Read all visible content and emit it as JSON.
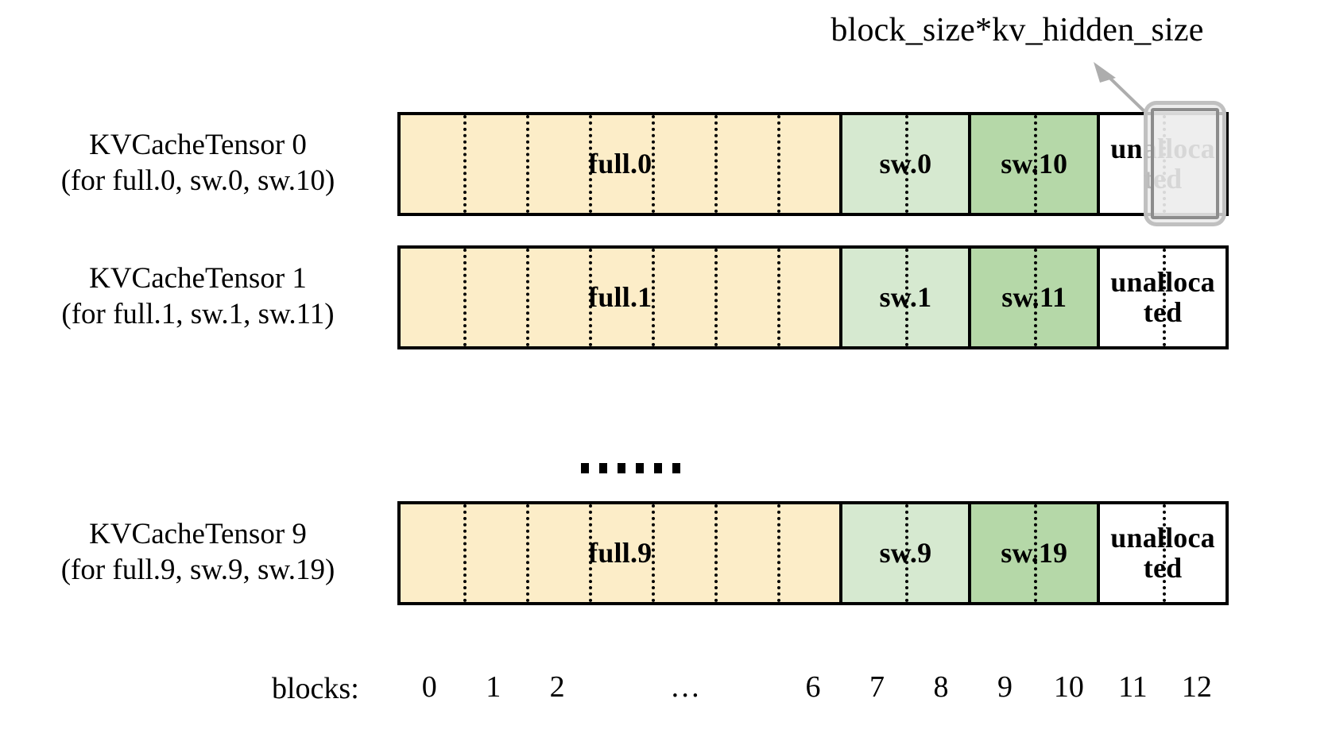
{
  "figure": {
    "annotation": "block_size*kv_hidden_size",
    "ellipsis_dots": 6,
    "colors": {
      "full_fill": "#FCEDC8",
      "sw_low_fill": "#D6E9D0",
      "sw_high_fill": "#B5D8A8",
      "unallocated_fill": "#FFFFFF",
      "border": "#000000",
      "callout_border": "#8C8C8C",
      "callout_fill": "#E9E9E9",
      "arrow": "#ADADAD"
    }
  },
  "rows": [
    {
      "label_line1": "KVCacheTensor 0",
      "label_line2": "(for full.0, sw.0, sw.10)",
      "segments": [
        {
          "name": "full",
          "text": "full.0",
          "blocks": 7
        },
        {
          "name": "sw-low",
          "text": "sw.0",
          "blocks": 2
        },
        {
          "name": "sw-high",
          "text": "sw.10",
          "blocks": 2
        },
        {
          "name": "unallocated",
          "text": "unalloca\nted",
          "blocks": 2
        }
      ]
    },
    {
      "label_line1": "KVCacheTensor 1",
      "label_line2": "(for full.1, sw.1, sw.11)",
      "segments": [
        {
          "name": "full",
          "text": "full.1",
          "blocks": 7
        },
        {
          "name": "sw-low",
          "text": "sw.1",
          "blocks": 2
        },
        {
          "name": "sw-high",
          "text": "sw.11",
          "blocks": 2
        },
        {
          "name": "unallocated",
          "text": "unalloca\nted",
          "blocks": 2
        }
      ]
    },
    {
      "label_line1": "KVCacheTensor 9",
      "label_line2": "(for full.9, sw.9, sw.19)",
      "segments": [
        {
          "name": "full",
          "text": "full.9",
          "blocks": 7
        },
        {
          "name": "sw-low",
          "text": "sw.9",
          "blocks": 2
        },
        {
          "name": "sw-high",
          "text": "sw.19",
          "blocks": 2
        },
        {
          "name": "unallocated",
          "text": "unalloca\nted",
          "blocks": 2
        }
      ]
    }
  ],
  "axis": {
    "title": "blocks:",
    "ticks": [
      "0",
      "1",
      "2",
      "…",
      "6",
      "7",
      "8",
      "9",
      "10",
      "11",
      "12"
    ]
  }
}
